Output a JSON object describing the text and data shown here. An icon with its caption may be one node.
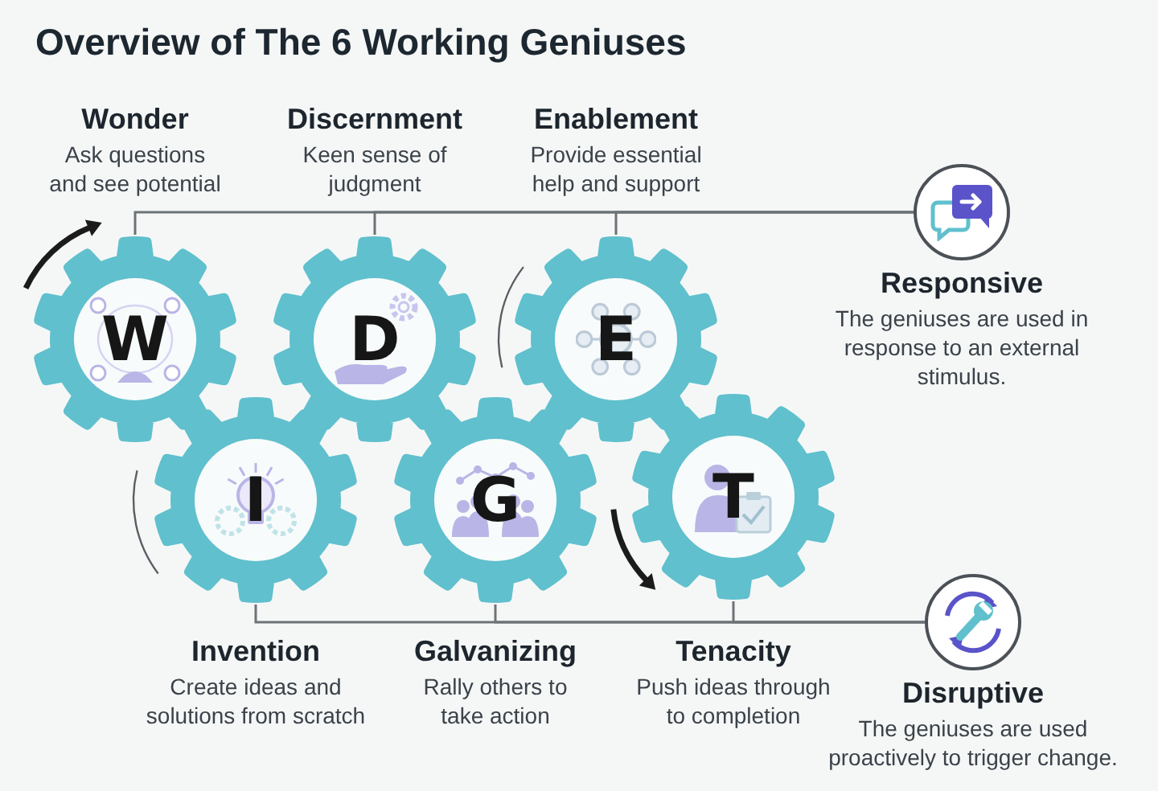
{
  "diagram": {
    "title": "Overview of The 6 Working Geniuses",
    "nodes": [
      {
        "text": [
          "W"
        ],
        "beside": [
          "Wonder",
          "Ask questions and see potential"
        ]
      },
      {
        "text": [
          "D"
        ],
        "beside": [
          "Discernment",
          "Keen sense of judgment"
        ]
      },
      {
        "text": [
          "E"
        ],
        "beside": [
          "Enablement",
          "Provide essential help and support"
        ]
      },
      {
        "text": [],
        "shape": "circle",
        "beside": [
          "Responsive",
          "The geniuses are used in response to an external stimulus."
        ]
      },
      {
        "text": [
          "I"
        ],
        "beside": [
          "Invention",
          "Create ideas and solutions from scratch"
        ]
      },
      {
        "text": [
          "G"
        ],
        "beside": [
          "Galvanizing",
          "Rally others to take action"
        ]
      },
      {
        "text": [
          "T"
        ],
        "beside": [
          "Tenacity",
          "Push ideas through to completion"
        ]
      },
      {
        "text": [],
        "shape": "circle",
        "beside": [
          "Disruptive",
          "The geniuses are used proactively to trigger change."
        ]
      }
    ],
    "edges": [
      {
        "from": 0,
        "to": 3,
        "arrow": "none"
      },
      {
        "from": 1,
        "to": 3,
        "arrow": "none"
      },
      {
        "from": 2,
        "to": 3,
        "arrow": "none"
      },
      {
        "from": 4,
        "to": 7,
        "arrow": "none"
      },
      {
        "from": 5,
        "to": 7,
        "arrow": "none"
      },
      {
        "from": 6,
        "to": 7,
        "arrow": "none"
      }
    ]
  }
}
